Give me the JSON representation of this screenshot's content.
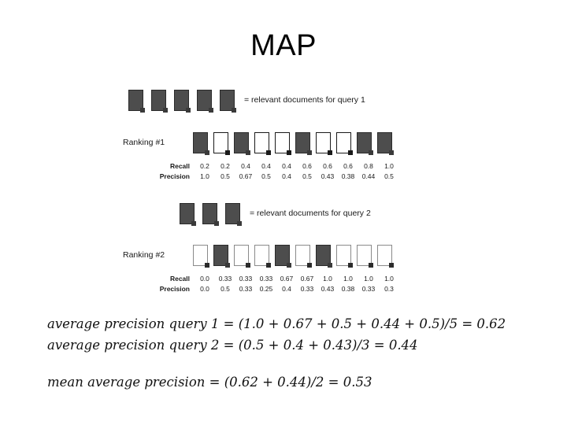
{
  "slide": {
    "title": "MAP"
  },
  "query1": {
    "legend_text": "= relevant documents for query 1",
    "relevant_count": 5,
    "ranking_label": "Ranking #1",
    "ranking_pattern": [
      "dark",
      "light",
      "dark",
      "light",
      "light",
      "dark",
      "light",
      "light",
      "dark",
      "dark"
    ],
    "recall_label": "Recall",
    "precision_label": "Precision",
    "recall": [
      "0.2",
      "0.2",
      "0.4",
      "0.4",
      "0.4",
      "0.6",
      "0.6",
      "0.6",
      "0.8",
      "1.0"
    ],
    "precision": [
      "1.0",
      "0.5",
      "0.67",
      "0.5",
      "0.4",
      "0.5",
      "0.43",
      "0.38",
      "0.44",
      "0.5"
    ]
  },
  "query2": {
    "legend_text": "= relevant documents for query 2",
    "relevant_count": 3,
    "ranking_label": "Ranking #2",
    "ranking_pattern": [
      "light-thin",
      "dark",
      "light-thin",
      "light-thin",
      "dark",
      "light-thin",
      "dark",
      "light-thin",
      "light-thin",
      "light-thin"
    ],
    "recall_label": "Recall",
    "precision_label": "Precision",
    "recall": [
      "0.0",
      "0.33",
      "0.33",
      "0.33",
      "0.67",
      "0.67",
      "1.0",
      "1.0",
      "1.0",
      "1.0"
    ],
    "precision": [
      "0.0",
      "0.5",
      "0.33",
      "0.25",
      "0.4",
      "0.33",
      "0.43",
      "0.38",
      "0.33",
      "0.3"
    ]
  },
  "formulas": {
    "line1": "average precision query 1 = (1.0 + 0.67 + 0.5 + 0.44 + 0.5)/5 = 0.62",
    "line2": "average precision query 2 = (0.5 + 0.4 + 0.43)/3 = 0.44",
    "line3": "mean average precision = (0.62 + 0.44)/2 = 0.53"
  },
  "chart_data": {
    "type": "table",
    "title": "MAP",
    "series": [
      {
        "name": "Ranking #1",
        "relevant_positions": [
          1,
          3,
          6,
          9,
          10
        ],
        "total_relevant": 5,
        "recall": [
          0.2,
          0.2,
          0.4,
          0.4,
          0.4,
          0.6,
          0.6,
          0.6,
          0.8,
          1.0
        ],
        "precision": [
          1.0,
          0.5,
          0.67,
          0.5,
          0.4,
          0.5,
          0.43,
          0.38,
          0.44,
          0.5
        ],
        "average_precision": 0.62
      },
      {
        "name": "Ranking #2",
        "relevant_positions": [
          2,
          5,
          7
        ],
        "total_relevant": 3,
        "recall": [
          0.0,
          0.33,
          0.33,
          0.33,
          0.67,
          0.67,
          1.0,
          1.0,
          1.0,
          1.0
        ],
        "precision": [
          0.0,
          0.5,
          0.33,
          0.25,
          0.4,
          0.33,
          0.43,
          0.38,
          0.33,
          0.3
        ],
        "average_precision": 0.44
      }
    ],
    "mean_average_precision": 0.53,
    "colors": {
      "relevant_doc": "#4d4d4d",
      "nonrelevant_doc": "#ffffff",
      "text": "#1a1a1a"
    }
  }
}
